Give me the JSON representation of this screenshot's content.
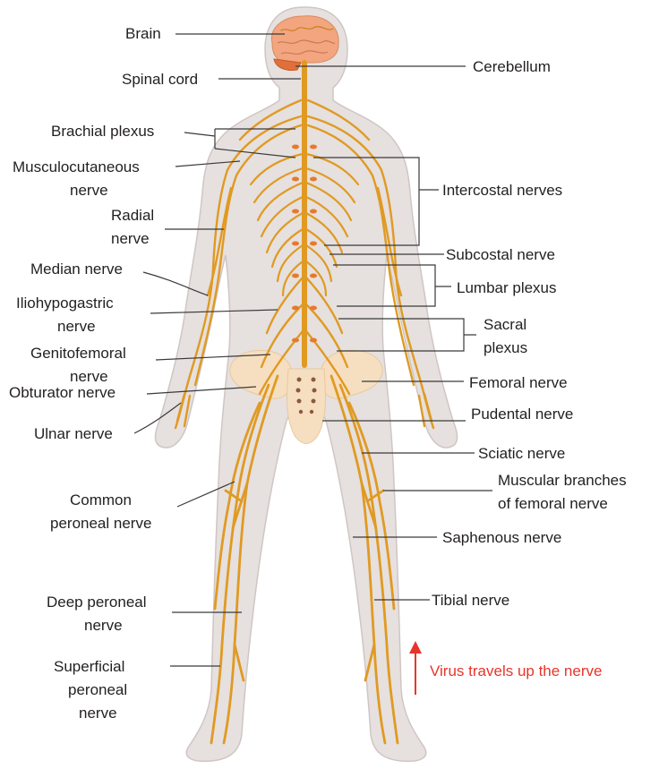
{
  "labels": {
    "brain": "Brain",
    "spinal_cord": "Spinal cord",
    "cerebellum": "Cerebellum",
    "brachial_plexus": "Brachial plexus",
    "musculocutaneous_1": "Musculocutaneous",
    "musculocutaneous_2": "nerve",
    "intercostal": "Intercostal nerves",
    "radial_1": "Radial",
    "radial_2": "nerve",
    "subcostal": "Subcostal nerve",
    "median": "Median nerve",
    "lumbar_plexus": "Lumbar plexus",
    "iliohypogastric_1": "Iliohypogastric",
    "iliohypogastric_2": "nerve",
    "sacral_1": "Sacral",
    "sacral_2": "plexus",
    "genitofemoral_1": "Genitofemoral",
    "genitofemoral_2": "nerve",
    "obturator": "Obturator nerve",
    "femoral": "Femoral nerve",
    "pudental": "Pudental nerve",
    "ulnar": "Ulnar nerve",
    "sciatic": "Sciatic nerve",
    "muscular_1": "Muscular branches",
    "muscular_2": "of femoral nerve",
    "common_peroneal_1": "Common",
    "common_peroneal_2": "peroneal nerve",
    "saphenous": "Saphenous nerve",
    "tibial": "Tibial nerve",
    "deep_peroneal_1": "Deep peroneal",
    "deep_peroneal_2": "nerve",
    "superficial_1": "Superficial",
    "superficial_2": "peroneal",
    "superficial_3": "nerve"
  },
  "annotation": {
    "arrow_icon": "up-arrow-icon",
    "text": "Virus travels up the nerve",
    "color": "#e8352b"
  },
  "colors": {
    "body_fill": "#e6e0df",
    "body_outline": "#cfc6c4",
    "nerve": "#e09a22",
    "brain": "#f2a57f",
    "pelvis": "#f6dfc0"
  }
}
